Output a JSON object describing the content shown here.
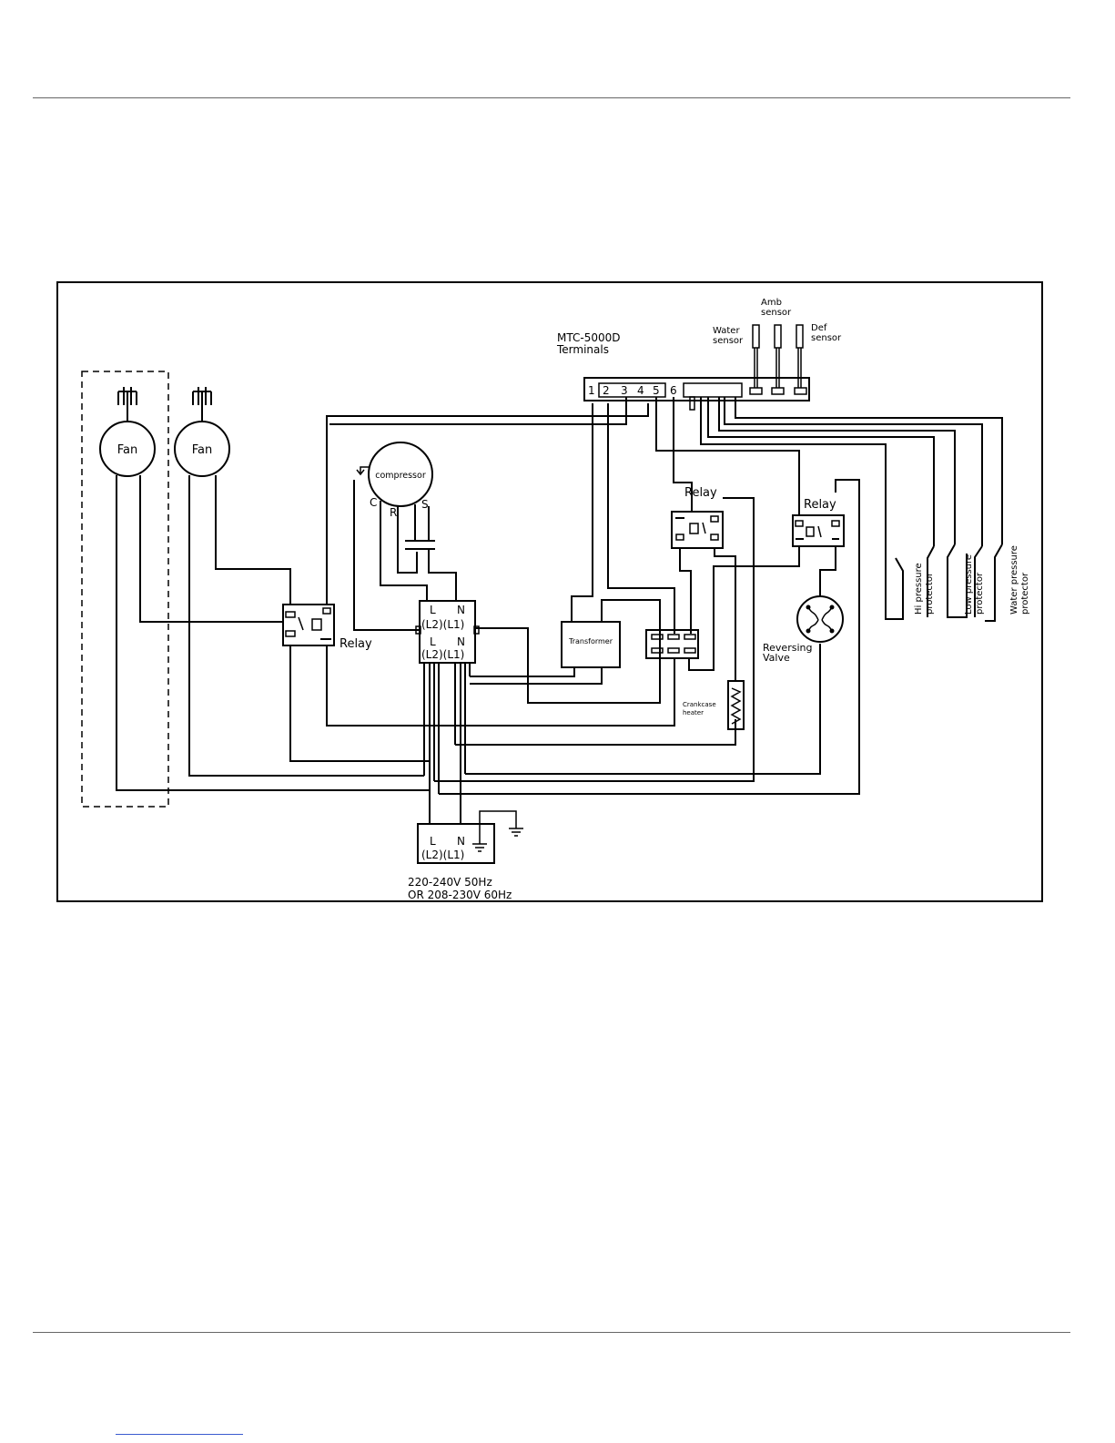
{
  "terminals": {
    "title_line1": "MTC-5000D",
    "title_line2": "Terminals",
    "numbers": [
      "1",
      "2",
      "3",
      "4",
      "5",
      "6"
    ]
  },
  "sensors": {
    "water": [
      "Water",
      "sensor"
    ],
    "amb": [
      "Amb",
      "sensor"
    ],
    "def": [
      "Def",
      "sensor"
    ]
  },
  "fans": [
    "Fan",
    "Fan"
  ],
  "compressor": {
    "label": "compressor",
    "pins": [
      "C",
      "R",
      "S"
    ]
  },
  "relays": [
    "Relay",
    "Relay",
    "Relay"
  ],
  "terminal_block": {
    "row1": [
      "L",
      "N"
    ],
    "row2": [
      "(L2)(L1)"
    ],
    "row3": [
      "L",
      "N"
    ],
    "row4": [
      "(L2)(L1)"
    ]
  },
  "transformer": "Transformer",
  "crankcase": [
    "Crankcase",
    "heater"
  ],
  "reversing_valve": [
    "Reversing",
    "Valve"
  ],
  "protectors": {
    "hi": [
      "Hi pressure",
      "protector"
    ],
    "low": [
      "Low pressure",
      "protector"
    ],
    "water": [
      "Water pressure",
      "protector"
    ]
  },
  "supply": {
    "line1": [
      "L",
      "N"
    ],
    "line2": "(L2)(L1)",
    "voltage1": "220-240V  50Hz",
    "voltage2": "OR  208-230V  60Hz"
  }
}
